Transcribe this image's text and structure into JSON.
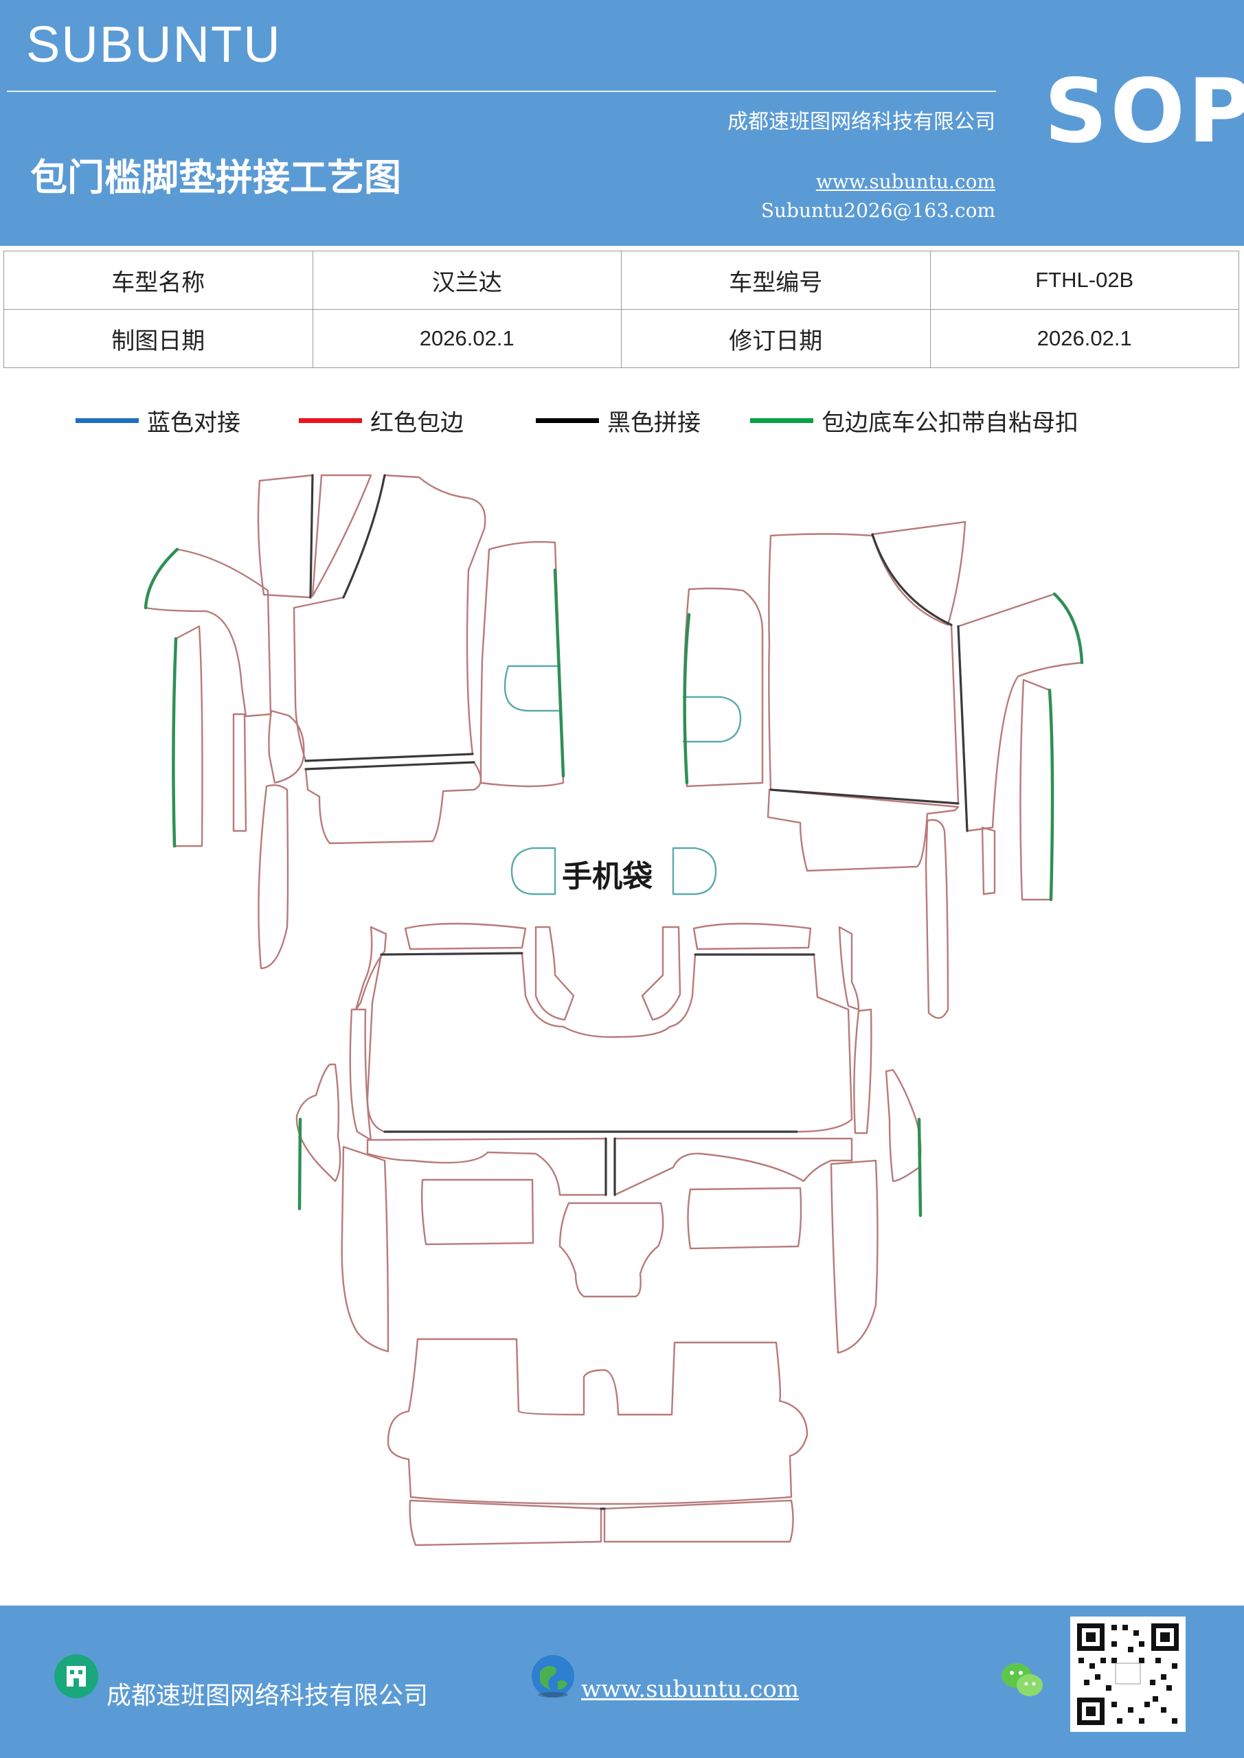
{
  "header": {
    "brand": "SUBUNTU",
    "badge": "SOP",
    "company": "成都速班图网络科技有限公司",
    "title": "包门槛脚垫拼接工艺图",
    "website": "www.subuntu.com",
    "email": "Subuntu2026@163.com"
  },
  "info": {
    "model_name_label": "车型名称",
    "model_name": "汉兰达",
    "model_code_label": "车型编号",
    "model_code": "FTHL-02B",
    "draw_date_label": "制图日期",
    "draw_date": "2026.02.1",
    "revision_date_label": "修订日期",
    "revision_date": "2026.02.1"
  },
  "legend": [
    {
      "label": "蓝色对接",
      "color": "#1f6fbf"
    },
    {
      "label": "红色包边",
      "color": "#e8141c"
    },
    {
      "label": "黑色拼接",
      "color": "#000000"
    },
    {
      "label": "包边底车公扣带自粘母扣",
      "color": "#0aa048"
    }
  ],
  "diagram": {
    "pouch_label": "手机袋",
    "colors": {
      "edge": "#b87a7a",
      "seam": "#3a3a3a",
      "fastener": "#2f8f55",
      "pouch": "#5aa9aa"
    }
  },
  "footer": {
    "company": "成都速班图网络科技有限公司",
    "website": "www.subuntu.com"
  }
}
